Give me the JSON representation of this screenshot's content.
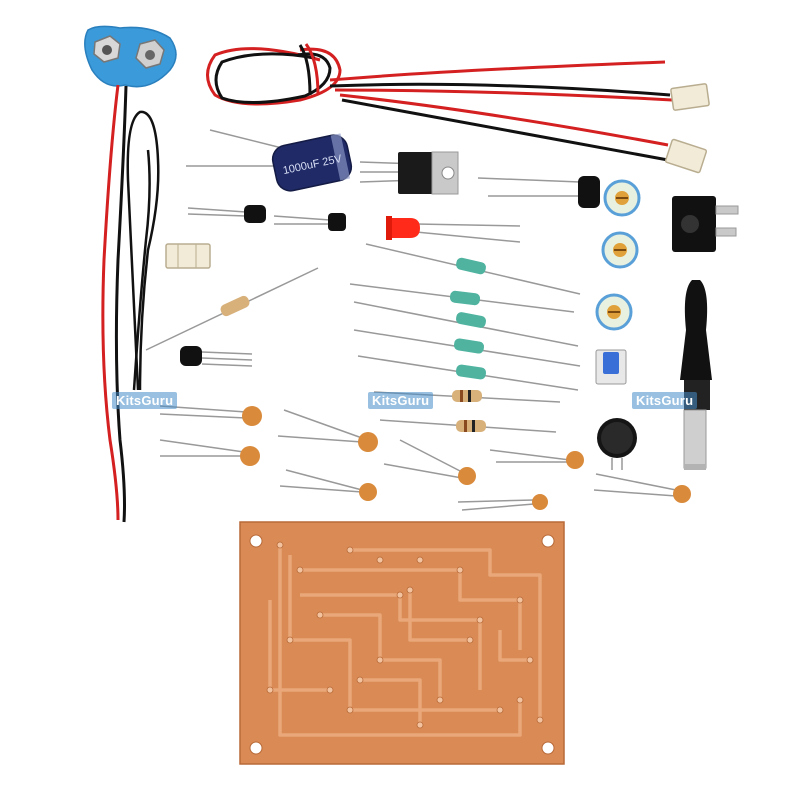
{
  "watermarks": [
    "KitsGuru",
    "KitsGuru",
    "KitsGuru"
  ],
  "capacitor": {
    "value_text": "1000uF 25V"
  },
  "colors": {
    "background": "#ffffff",
    "pcb": "#d98a55",
    "pcb_trace": "#e9a77a",
    "battery_clip": "#3b9ad9",
    "wire_red": "#d42020",
    "wire_black": "#111111",
    "ceramic_cap": "#d98a3a",
    "led": "#ff2a1a",
    "trimpot": "#5aa0d8",
    "push_button": "#3a6fd8"
  },
  "components": [
    "battery-clip",
    "twisted-wire",
    "wire-harness",
    "electrolytic-capacitor",
    "voltage-regulator",
    "transistor",
    "led",
    "resistor",
    "trimmer-potentiometer",
    "dc-jack",
    "dc-plug",
    "push-button",
    "microphone",
    "ceramic-capacitor",
    "pcb"
  ]
}
